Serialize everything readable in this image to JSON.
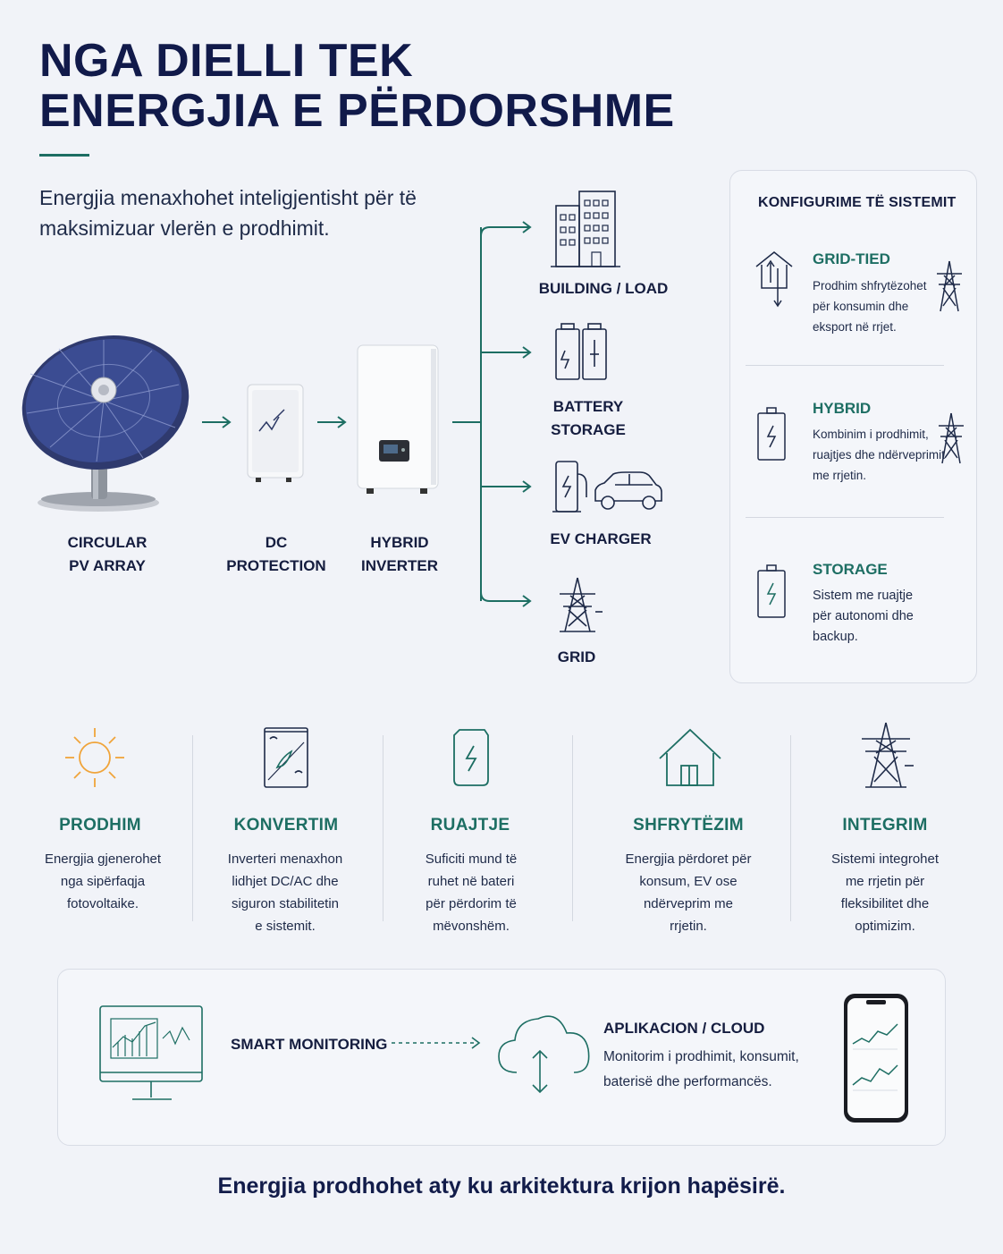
{
  "header": {
    "title_line1": "NGA DIELLI TEK",
    "title_line2": "ENERGJIA E PËRDORSHME",
    "subtitle": "Energjia menaxhohet inteligjentisht për të maksimizuar vlerën e prodhimit."
  },
  "flow": {
    "pv_label": "CIRCULAR\nPV ARRAY",
    "dc_label": "DC\nPROTECTION",
    "inverter_label": "HYBRID\nINVERTER",
    "building_label": "BUILDING / LOAD",
    "battery_label": "BATTERY\nSTORAGE",
    "ev_label": "EV CHARGER",
    "grid_label": "GRID"
  },
  "config": {
    "title": "KONFIGURIME TË SISTEMIT",
    "items": [
      {
        "name": "GRID-TIED",
        "desc": "Prodhim shfrytëzohet\npër konsumin dhe\neksport në rrjet.",
        "icon": "house-grid-icon"
      },
      {
        "name": "HYBRID",
        "desc": "Kombinim i prodhimit,\nruajtjes dhe ndërveprimit\nme rrjetin.",
        "icon": "battery-grid-icon"
      },
      {
        "name": "STORAGE",
        "desc": "Sistem me ruajtje\npër autonomi dhe\nbackup.",
        "icon": "battery-icon"
      }
    ]
  },
  "steps": [
    {
      "title": "PRODHIM",
      "desc": "Energjia gjenerohet\nnga sipërfaqja\nfotovoltaike.",
      "icon": "sun-icon"
    },
    {
      "title": "KONVERTIM",
      "desc": "Inverteri menaxhon\nlidhjet DC/AC dhe\nsiguron stabilitetin\ne sistemit.",
      "icon": "inverter-icon"
    },
    {
      "title": "RUAJTJE",
      "desc": "Suficiti mund të\nruhet në bateri\npër përdorim të\nmëvonshëm.",
      "icon": "battery-icon"
    },
    {
      "title": "SHFRYTËZIM",
      "desc": "Energjia përdoret për\nkonsum, EV ose\nndërveprim me\nrrjetin.",
      "icon": "house-icon"
    },
    {
      "title": "INTEGRIM",
      "desc": "Sistemi integrohet\nme rrjetin për\nfleksibilitet dhe\noptimizim.",
      "icon": "pylon-icon"
    }
  ],
  "monitoring": {
    "label": "SMART MONITORING",
    "app_title": "APLIKACION / CLOUD",
    "app_desc": "Monitorim i prodhimit, konsumit,\nbaterisë dhe performancës."
  },
  "tagline": "Energjia prodhohet aty ku arkitektura krijon hapësirë.",
  "colors": {
    "accent": "#1d6e63",
    "navy": "#111a4a",
    "sun": "#f0a43a",
    "background": "#f1f3f8"
  }
}
